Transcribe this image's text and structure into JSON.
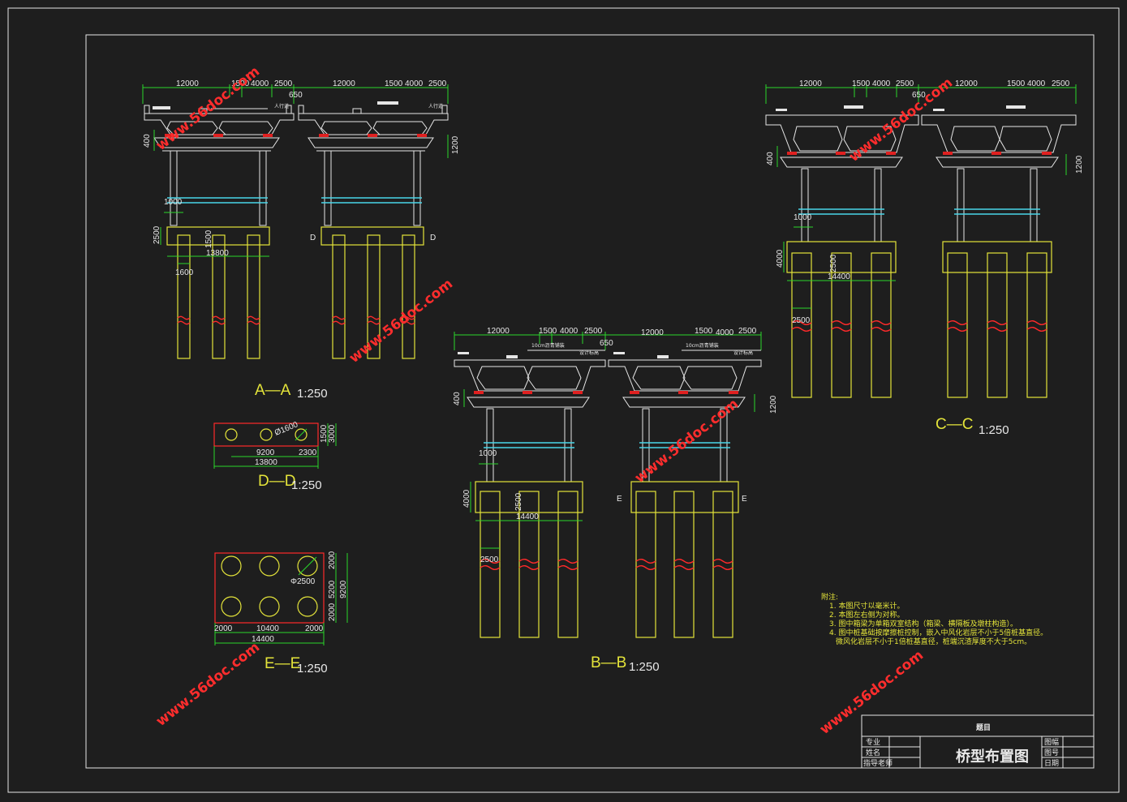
{
  "drawing": {
    "colors": {
      "background": "#1e1e1e",
      "frame": "#e6e6e6",
      "dimension": "#2bd62b",
      "foundation": "#e4e43a",
      "tie_beam": "#49d6e8",
      "bearing": "#ff2a2a",
      "watermark": "#ff2d2d"
    },
    "section_aa": {
      "title": "A—A",
      "scale": "1:250",
      "dims": {
        "d12000": "12000",
        "d1500": "1500",
        "d4000": "4000",
        "d2500": "2500",
        "d650": "650",
        "d400": "400",
        "d1200": "1200",
        "d1000": "1000",
        "d2500v": "2500",
        "d1500v": "1500",
        "d13800": "13800",
        "d1600": "1600"
      },
      "markers": {
        "left": "D",
        "right": "D"
      },
      "labels": {
        "sidewalk": "人行道"
      }
    },
    "section_bb": {
      "title": "B—B",
      "scale": "1:250",
      "dims": {
        "d12000": "12000",
        "d1500": "1500",
        "d4000": "4000",
        "d2500": "2500",
        "d650": "650",
        "d400": "400",
        "d1200": "1200",
        "d1000": "1000",
        "d4000v": "4000",
        "d2500v": "2500",
        "d14400": "14400",
        "d2500p": "2500"
      },
      "markers": {
        "left": "E",
        "right": "E"
      },
      "labels": {
        "pave": "10cm沥青铺装",
        "note": "设计标高"
      }
    },
    "section_cc": {
      "title": "C—C",
      "scale": "1:250",
      "dims": {
        "d12000": "12000",
        "d1500": "1500",
        "d4000": "4000",
        "d2500": "2500",
        "d650": "650",
        "d400": "400",
        "d1200": "1200",
        "d1000": "1000",
        "d4000v": "4000",
        "d2500v": "2500",
        "d14400": "14400",
        "d2500p": "2500"
      }
    },
    "section_dd": {
      "title": "D—D",
      "scale": "1:250",
      "dims": {
        "dia": "Ø1600",
        "d1500": "1500",
        "d3000": "3000",
        "d9200": "9200",
        "d2300": "2300",
        "d13800": "13800"
      }
    },
    "section_ee": {
      "title": "E—E",
      "scale": "1:250",
      "dims": {
        "dia": "Φ2500",
        "d2000a": "2000",
        "d5200": "5200",
        "d2000b": "2000",
        "d9200": "9200",
        "d2000c": "2000",
        "d10400": "10400",
        "d2000d": "2000",
        "d14400": "14400"
      }
    },
    "notes": {
      "heading": "附注:",
      "items": [
        "1. 本图尺寸以毫米计。",
        "2. 本图左右侧为对称。",
        "3. 图中箱梁为单箱双室结构（箱梁、横隔板及墩柱构造）。",
        "4. 图中桩基础按摩擦桩控制，嵌入中风化岩层不小于5倍桩基直径。",
        "微风化岩层不小于1倍桩基直径，桩端沉渣厚度不大于5cm。"
      ]
    },
    "watermark": "www.56doc.com",
    "title_block": {
      "heading": "题目",
      "drawing_name": "桥型布置图",
      "left_rows": [
        "专业",
        "姓名",
        "指导老师"
      ],
      "right_rows": [
        "图幅",
        "图号",
        "日期"
      ]
    }
  }
}
